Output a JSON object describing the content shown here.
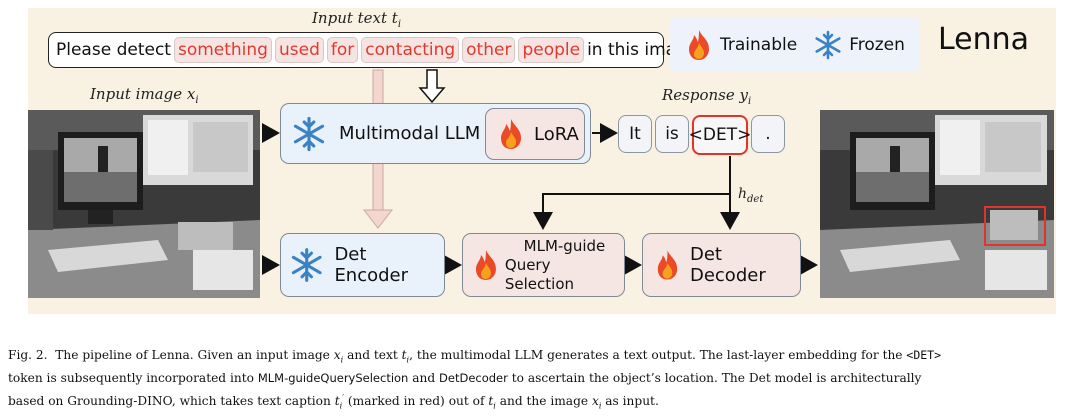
{
  "figure": {
    "brand": "Lenna",
    "input_text_label": "Input text t",
    "input_text_sub": "i",
    "input_image_label": "Input image x",
    "input_image_sub": "i",
    "response_label": "Response y",
    "response_sub": "i",
    "h_det_label": "h",
    "h_det_sub": "det",
    "sentence_tokens": [
      {
        "text": "Please detect",
        "red": false
      },
      {
        "text": "something",
        "red": true
      },
      {
        "text": "used",
        "red": true
      },
      {
        "text": "for",
        "red": true
      },
      {
        "text": "contacting",
        "red": true
      },
      {
        "text": "other",
        "red": true
      },
      {
        "text": "people",
        "red": true
      },
      {
        "text": "in this image.",
        "red": false
      }
    ],
    "legend": {
      "trainable": "Trainable",
      "frozen": "Frozen"
    },
    "nodes": {
      "mllm": "Multimodal LLM",
      "lora": "LoRA",
      "det_encoder": "Det Encoder",
      "mlm_guide_line1": "MLM-guide",
      "mlm_guide_line2": "Query Selection",
      "det_decoder": "Det Decoder"
    },
    "response_tokens": [
      "It",
      "is",
      "<DET>",
      "."
    ],
    "colors": {
      "trainable_flame": "#e8402a",
      "frozen_snow": "#3b82c4",
      "highlight": "#e0332c"
    }
  },
  "caption": {
    "prefix": "Fig. 2.",
    "s1a": "The pipeline of Lenna. Given an input image ",
    "x": "x",
    "i": "i",
    "s1b": " and text ",
    "t": "t",
    "s1c": ", the multimodal LLM generates a text output. The last-layer embedding for the ",
    "det_token": "<DET>",
    "s2a": "token is subsequently incorporated into ",
    "mlm_name": "MLM-guideQuerySelection",
    "s2b": " and ",
    "dec_name": "DetDecoder",
    "s2c": " to ascertain the object’s location. The Det model is architecturally",
    "s3a": "based on Grounding-DINO, which takes text caption ",
    "t_prime": "t",
    "prime": "′",
    "s3b": " (marked in red) out of ",
    "s3c": " and the image ",
    "s3d": " as input."
  }
}
